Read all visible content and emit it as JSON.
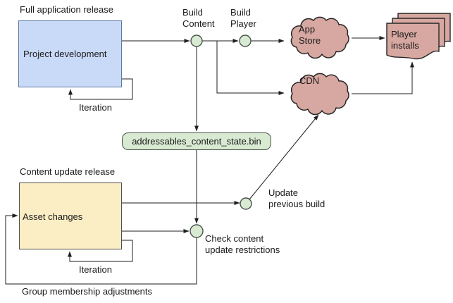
{
  "colors": {
    "text_color": "#1a1a1a",
    "line_color": "#1f1f1f",
    "blue_fill": "#c9daf8",
    "blue_border": "#5c7aa0",
    "yellow_fill": "#fbedc4",
    "yellow_border": "#4f4f4f",
    "green_fill": "#d9ead3",
    "green_border": "#49544a",
    "cloud_fill": "#d7a8a1",
    "cloud_border": "#262626"
  },
  "labels": {
    "full_application_release": "Full application release",
    "build_content": "Build\nContent",
    "build_player": "Build\nPlayer",
    "iteration_top": "Iteration",
    "content_update_release": "Content update release",
    "iteration_bottom": "Iteration",
    "group_membership_adjustments": "Group membership adjustments",
    "update_previous_build": "Update\nprevious build",
    "check_content_update_restrictions": "Check content\nupdate restrictions"
  },
  "nodes": {
    "project_development": "Project development",
    "asset_changes": "Asset changes",
    "addressables_file": "addressables_content_state.bin",
    "app_store": "App\nStore",
    "cdn": "CDN",
    "player_installs": "Player\ninstalls"
  }
}
